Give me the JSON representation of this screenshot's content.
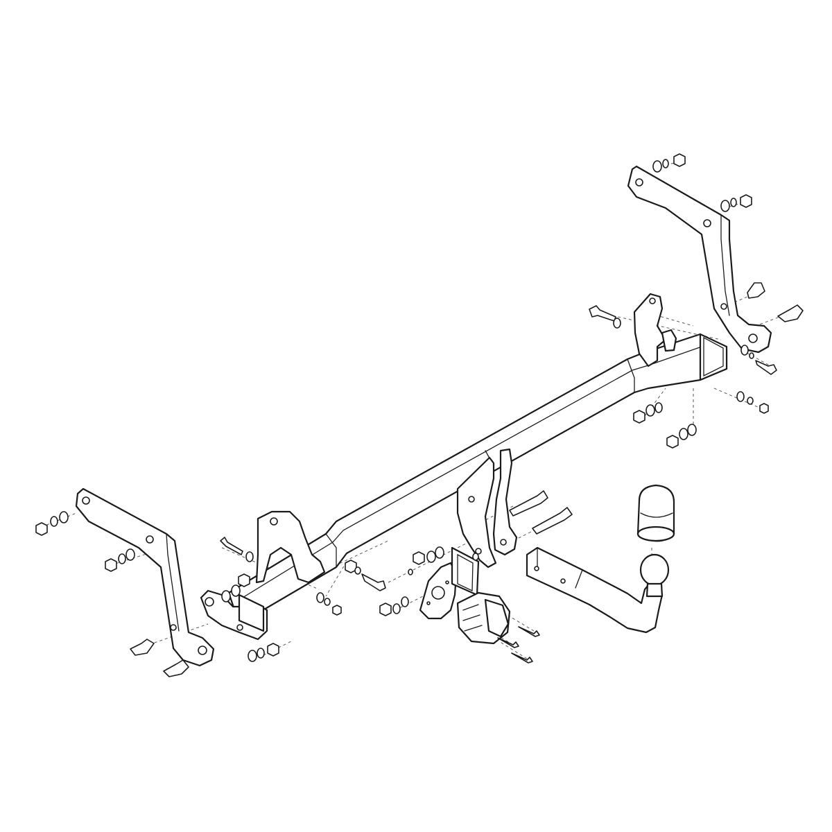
{
  "diagram": {
    "kind": "exploded-assembly",
    "subject": "tow-bar",
    "parts": [
      "cross-beam",
      "right-side-bracket",
      "left-side-bracket",
      "right-mounting-plate",
      "left-mounting-plate",
      "center-support-bracket",
      "towball-arm",
      "towball-cover-cap",
      "socket-mounting-plate",
      "electrical-socket",
      "bolts",
      "nuts",
      "washers"
    ],
    "line_color": "#1a1a1a",
    "background_color": "#ffffff"
  }
}
